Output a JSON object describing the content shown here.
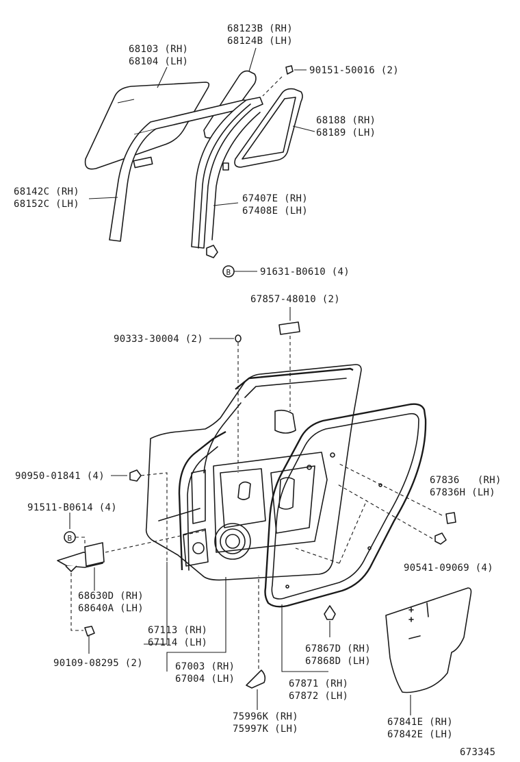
{
  "labels": {
    "glass_68103": [
      "68103 (RH)",
      "68104 (LH)"
    ],
    "glass_68123b": [
      "68123B (RH)",
      "68124B (LH)"
    ],
    "screw_90151": "90151-50016 (2)",
    "glass_68188": [
      "68188 (RH)",
      "68189 (LH)"
    ],
    "run_68142c": [
      "68142C (RH)",
      "68152C (LH)"
    ],
    "frame_67407e": [
      "67407E (RH)",
      "67408E (LH)"
    ],
    "nut_91631": "91631-B0610 (4)",
    "pad_67857": "67857-48010 (2)",
    "plug_90333": "90333-30004 (2)",
    "plug_90950": "90950-01841 (4)",
    "bolt_91511": "91511-B0614 (4)",
    "hinge_68630d": [
      "68630D (RH)",
      "68640A (LH)"
    ],
    "bolt_90109": "90109-08295 (2)",
    "seal_67113": [
      "67113 (RH)",
      "67114 (LH)"
    ],
    "panel_67003": [
      "67003 (RH)",
      "67004 (LH)"
    ],
    "cover_75996k": [
      "75996K (RH)",
      "75997K (LH)"
    ],
    "clip_67836": [
      "67836   (RH)",
      "67836H (LH)"
    ],
    "clip_90541": "90541-09069 (4)",
    "clip_67867d": [
      "67867D (RH)",
      "67868D (LH)"
    ],
    "weatherstrip_67871": [
      "67871 (RH)",
      "67872 (LH)"
    ],
    "film_67841e": [
      "67841E (RH)",
      "67842E (LH)"
    ],
    "diagram_id": "673345"
  },
  "icons": {
    "bolt_marker": "B"
  }
}
